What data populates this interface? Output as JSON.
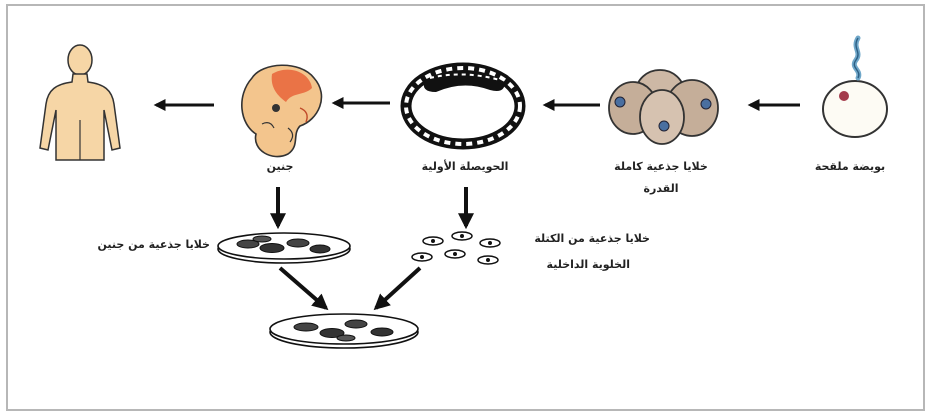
{
  "labels": {
    "fertilized_egg": "بويضة ملقحة",
    "totipotent_line1": "خلايا جذعية كاملة",
    "totipotent_line2": "القدرة",
    "blastocyst": "الحويصلة الأولية",
    "embryo": "جنين",
    "inner_mass_line1": "خلايا جذعية من الكتلة",
    "inner_mass_line2": "الخلوية الداخلية",
    "embryonic_stem": "خلايا جذعية من جنين"
  },
  "colors": {
    "arrow": "#111111",
    "cell_fill": "#c9b39e",
    "nucleus": "#4a6fa0",
    "embryo_fill": "#f3c58d",
    "embryo_accent": "#e8643a",
    "skin": "#f6d6a6",
    "outline": "#222222"
  },
  "icons": [
    "fertilized-egg-icon",
    "four-cell-icon",
    "blastocyst-icon",
    "embryo-icon",
    "human-icon",
    "petri-dish-icon"
  ]
}
